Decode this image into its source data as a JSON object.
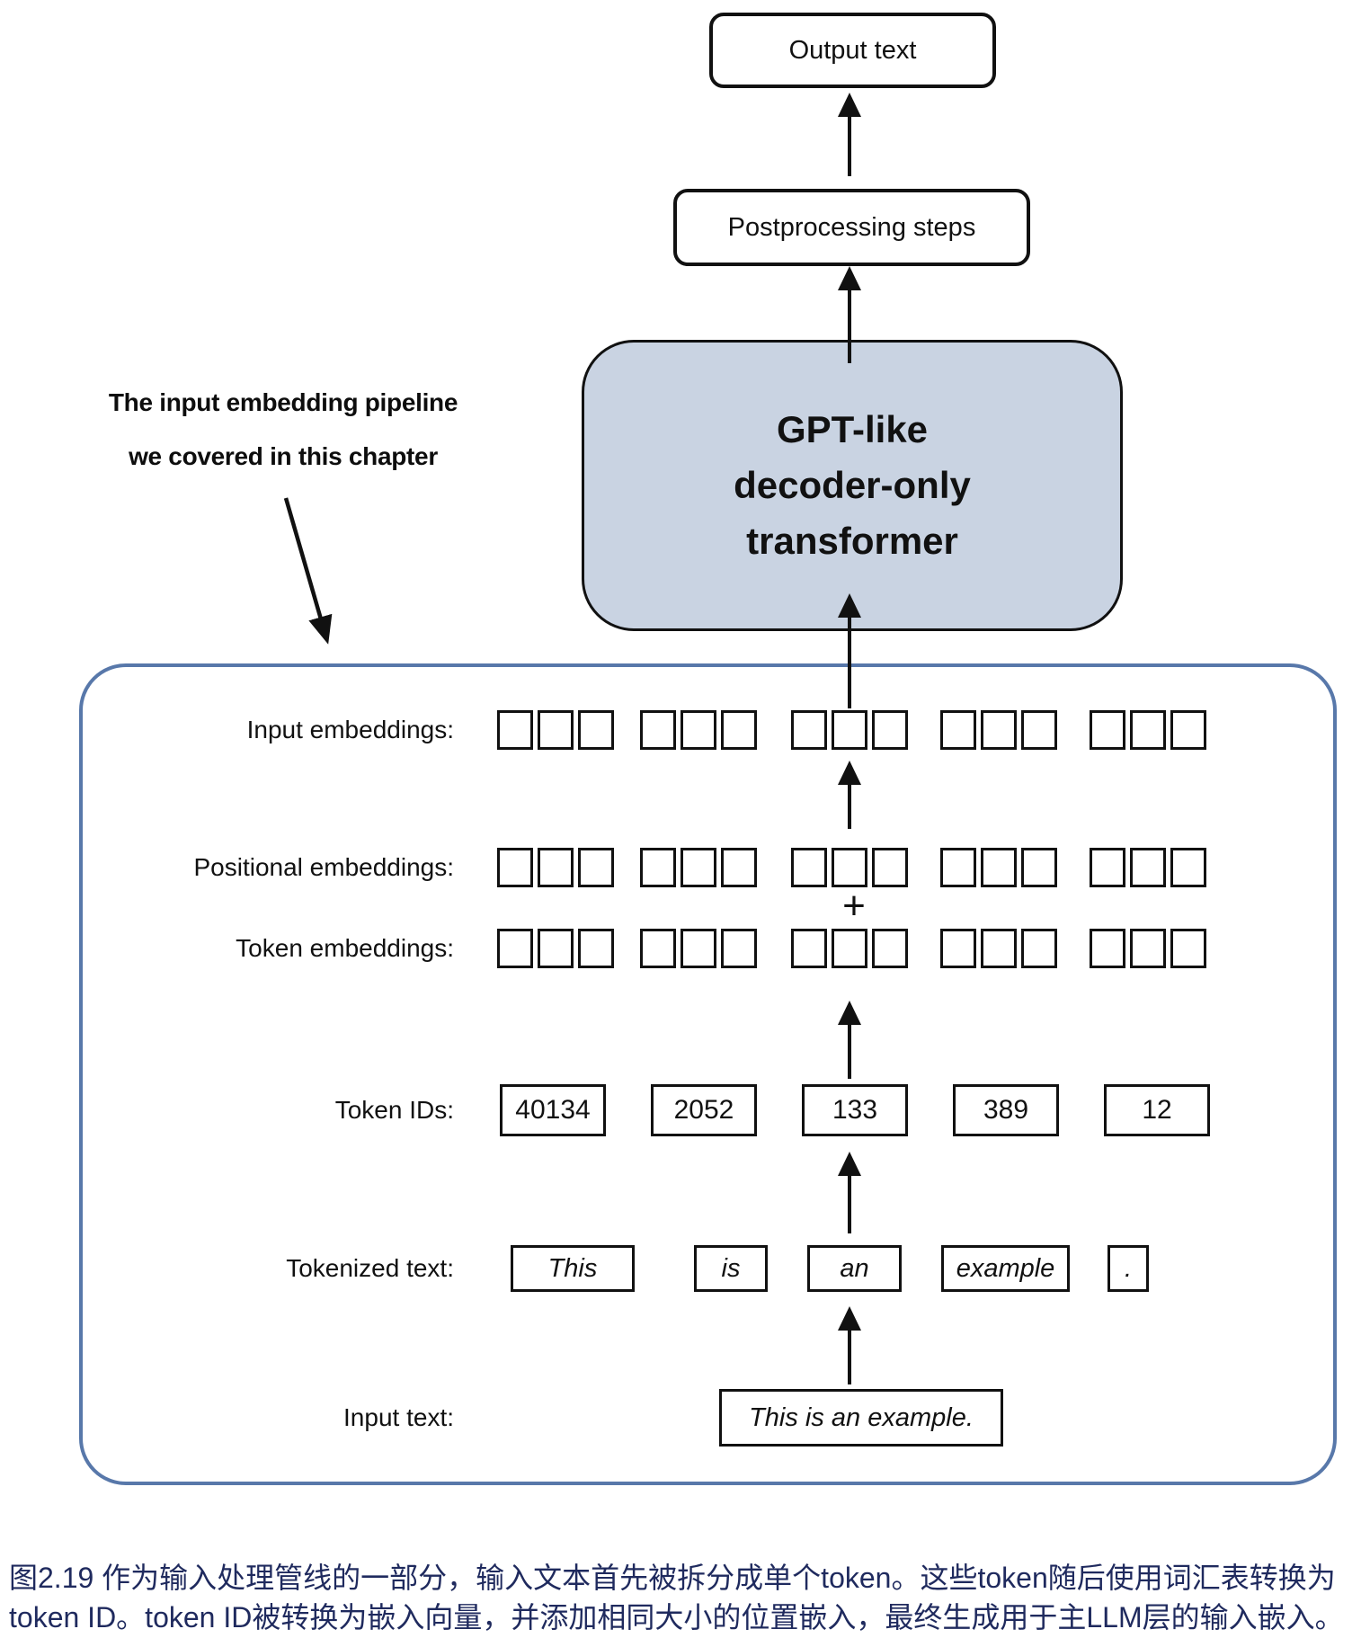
{
  "figure": {
    "output_box_label": "Output text",
    "postprocessing_box_label": "Postprocessing steps",
    "gpt_box_lines": [
      "GPT-like",
      "decoder-only",
      "transformer"
    ],
    "annotation": {
      "line1": "The input embedding pipeline",
      "line2": "we covered in this chapter"
    },
    "plus_sign": "+"
  },
  "pipeline": {
    "embedding_groups": 5,
    "squares_per_group": 3,
    "rows": {
      "input_embeddings": {
        "label": "Input embeddings:"
      },
      "positional_embeddings": {
        "label": "Positional embeddings:"
      },
      "token_embeddings": {
        "label": "Token embeddings:"
      },
      "token_ids": {
        "label": "Token IDs:",
        "values": [
          "40134",
          "2052",
          "133",
          "389",
          "12"
        ]
      },
      "tokenized_text": {
        "label": "Tokenized text:",
        "tokens": [
          "This",
          "is",
          "an",
          "example",
          "."
        ]
      },
      "input_text": {
        "label": "Input text:",
        "value": "This is an example."
      }
    }
  },
  "caption": {
    "line1": "图2.19 作为输入处理管线的一部分，输入文本首先被拆分成单个token。这些token随后使用词汇表转换为",
    "line2": "token ID。token ID被转换为嵌入向量，并添加相同大小的位置嵌入，最终生成用于主LLM层的输入嵌入。"
  },
  "colors": {
    "gpt_box_fill": "#c9d3e2",
    "container_border": "#5878aa",
    "caption_text": "#1f2a5e",
    "stroke": "#111111"
  }
}
